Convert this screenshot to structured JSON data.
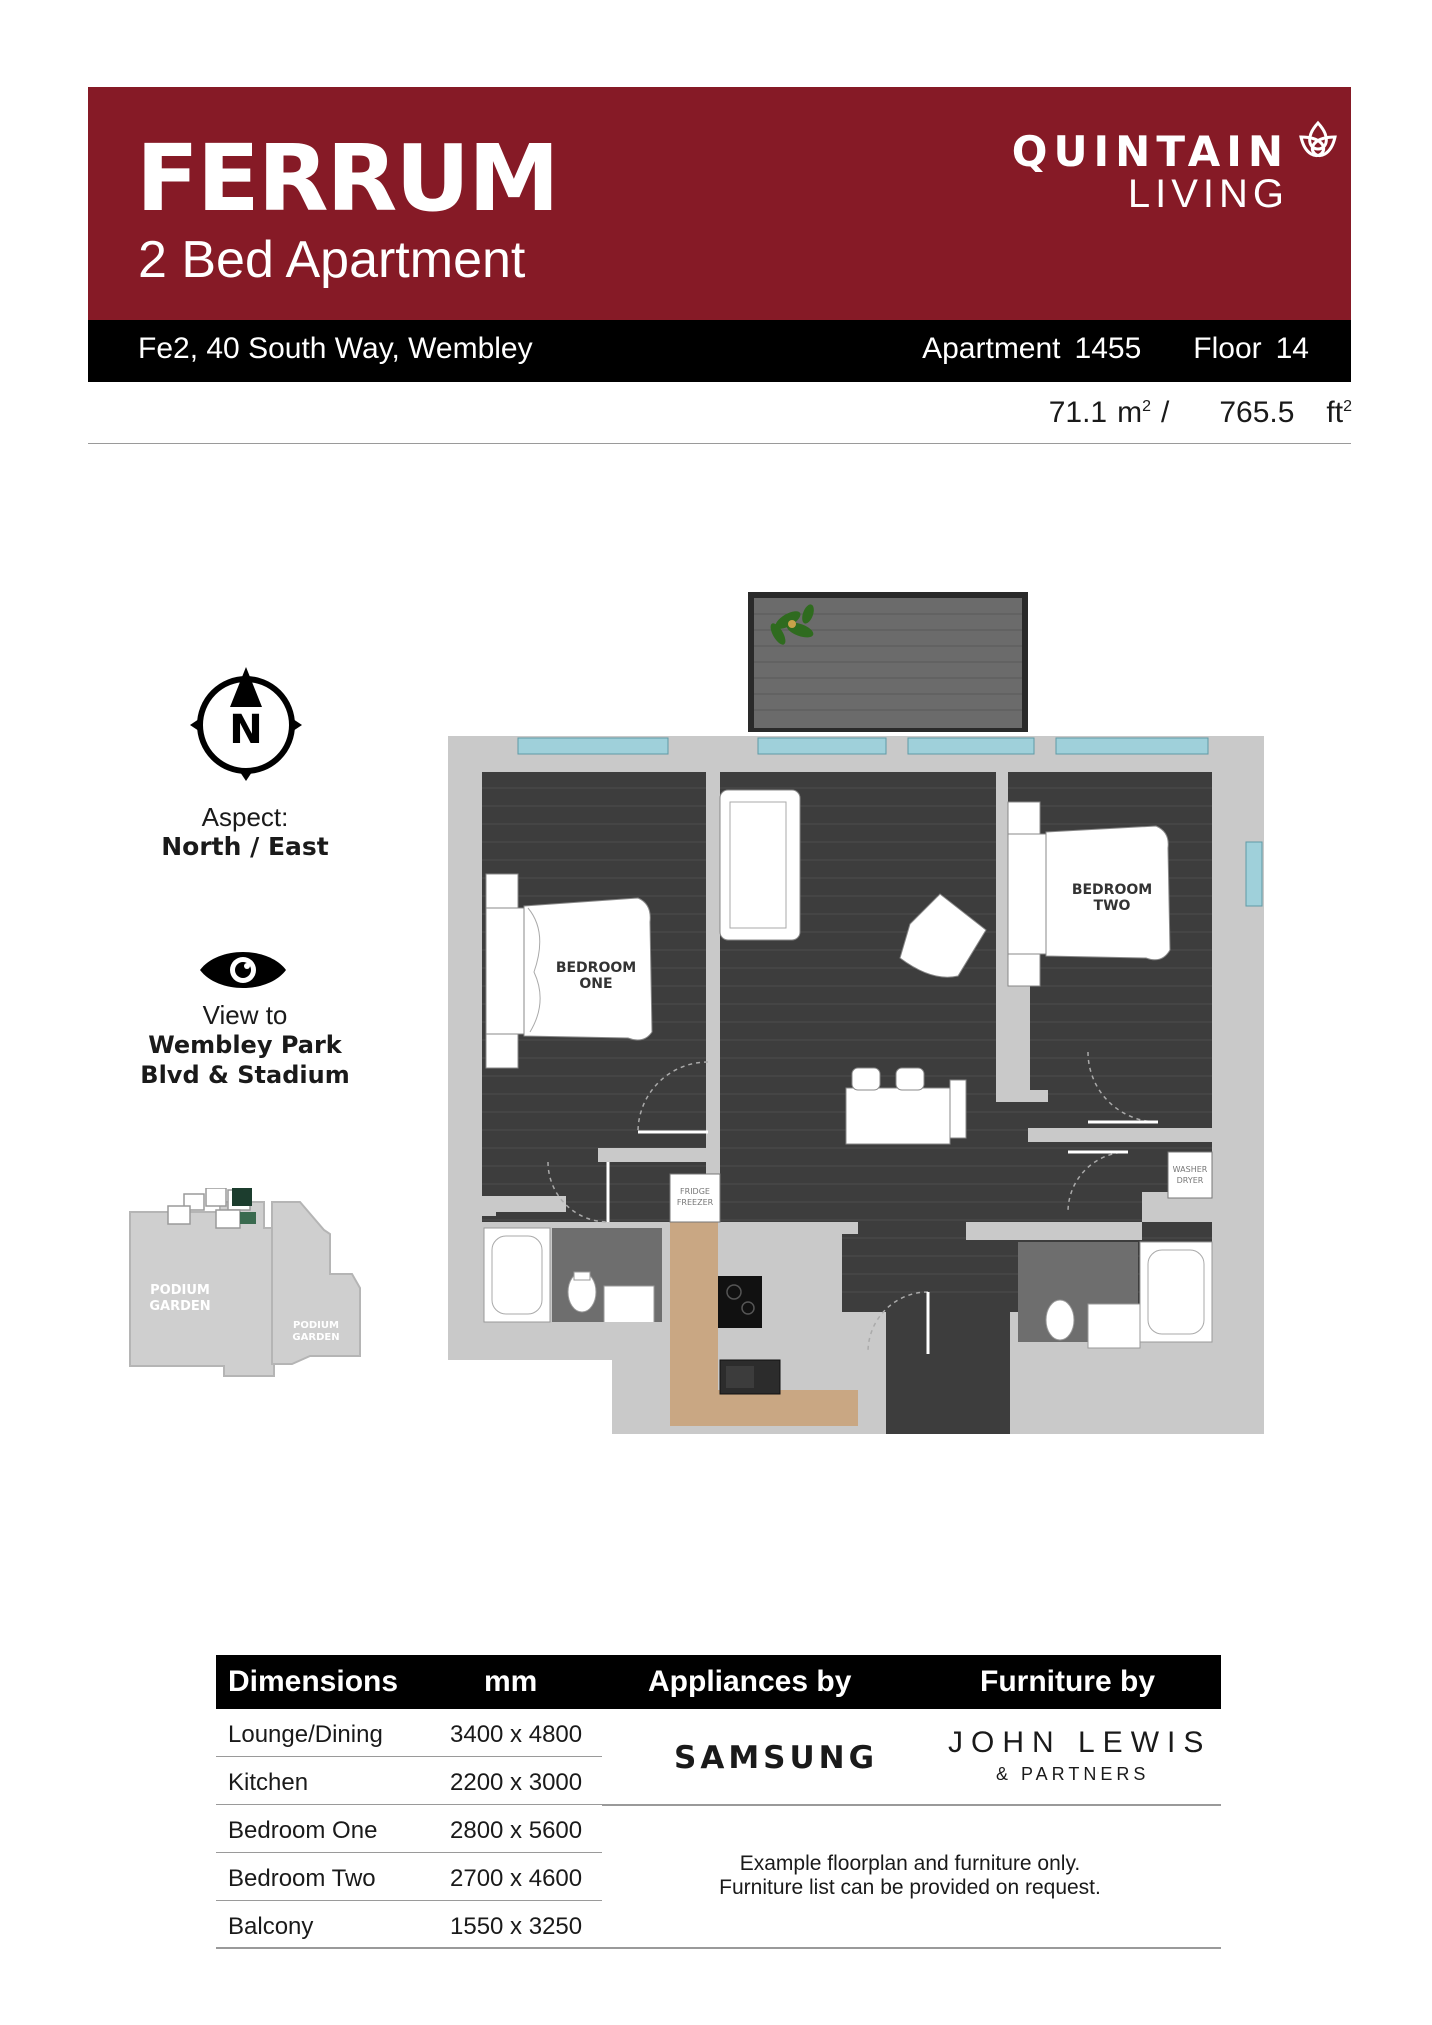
{
  "header": {
    "title": "FERRUM",
    "subtitle": "2 Bed Apartment",
    "brand_top": "QUINTAIN",
    "brand_bottom": "LIVING"
  },
  "address_bar": {
    "address": "Fe2, 40 South Way, Wembley",
    "apartment_label": "Apartment",
    "apartment_number": "1455",
    "floor_label": "Floor",
    "floor_number": "14"
  },
  "area": {
    "sqm": "71.1",
    "sqm_unit": "m",
    "separator": "/",
    "sqft": "765.5",
    "sqft_unit": "ft",
    "exponent": "2"
  },
  "compass": {
    "letter": "N"
  },
  "aspect": {
    "label": "Aspect:",
    "value": "North / East"
  },
  "view": {
    "label": "View to",
    "value_line1": "Wembley Park",
    "value_line2": "Blvd & Stadium"
  },
  "siteplan": {
    "garden_1_line1": "PODIUM",
    "garden_1_line2": "GARDEN",
    "garden_2_line1": "PODIUM",
    "garden_2_line2": "GARDEN"
  },
  "floorplan": {
    "bedroom_one_line1": "BEDROOM",
    "bedroom_one_line2": "ONE",
    "bedroom_two_line1": "BEDROOM",
    "bedroom_two_line2": "TWO",
    "fridge_line1": "FRIDGE",
    "fridge_line2": "FREEZER",
    "washer_line1": "WASHER",
    "washer_line2": "DRYER"
  },
  "table": {
    "col_dimensions": "Dimensions",
    "col_mm": "mm",
    "col_appliances": "Appliances by",
    "col_furniture": "Furniture by",
    "rows": [
      {
        "room": "Lounge/Dining",
        "dims": "3400 x 4800"
      },
      {
        "room": "Kitchen",
        "dims": "2200 x 3000"
      },
      {
        "room": "Bedroom One",
        "dims": "2800 x 5600"
      },
      {
        "room": "Bedroom Two",
        "dims": "2700 x 4600"
      },
      {
        "room": "Balcony",
        "dims": "1550 x 3250"
      }
    ],
    "appliances_brand": "SAMSUNG",
    "furniture_brand_line1": "JOHN LEWIS",
    "furniture_brand_line2": "& PARTNERS",
    "note_line1": "Example floorplan and furniture only.",
    "note_line2": "Furniture list can be provided on request."
  },
  "colors": {
    "header_red": "#861a26",
    "floor_dark": "#3b3b3b",
    "wall_grey": "#c8c8c8",
    "kitchen_wood": "#c9a783"
  }
}
